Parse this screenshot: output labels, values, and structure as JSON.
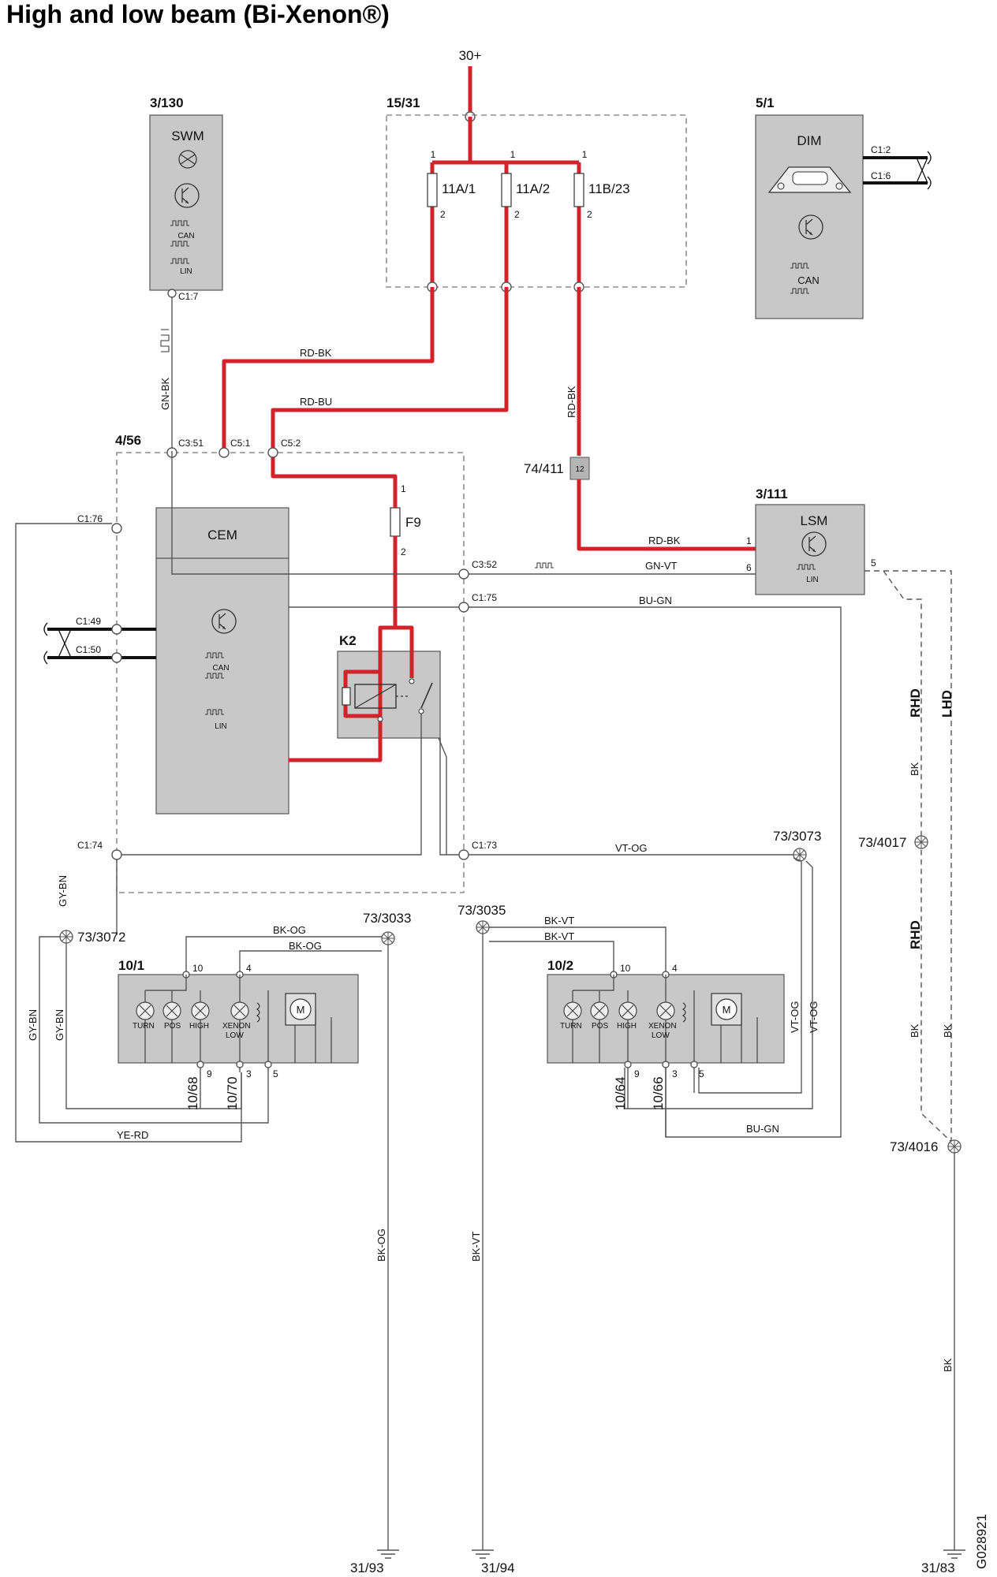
{
  "title": "High and low beam (Bi-Xenon®)",
  "supply": "30+",
  "drawing_id": "G028921",
  "components": {
    "swm": {
      "id": "3/130",
      "name": "SWM",
      "connector": "C1:7"
    },
    "fuse_box": {
      "id": "15/31",
      "fuses": [
        "11A/1",
        "11A/2",
        "11B/23"
      ]
    },
    "dim": {
      "id": "5/1",
      "name": "DIM",
      "connectors": [
        "C1:2",
        "C1:6"
      ]
    },
    "cem": {
      "id": "4/56",
      "name": "CEM",
      "connectors": [
        "C3:51",
        "C5:1",
        "C5:2",
        "C1:76",
        "C1:49",
        "C1:50",
        "C3:52",
        "C1:75",
        "C1:74",
        "C1:73"
      ],
      "fuse": "F9",
      "relay": "K2"
    },
    "lsm": {
      "id": "3/111",
      "name": "LSM"
    },
    "connector_block": {
      "id": "74/411",
      "pin": "12"
    },
    "left_light": {
      "id": "10/1",
      "labels": [
        "10/68",
        "10/70"
      ]
    },
    "right_light": {
      "id": "10/2",
      "labels": [
        "10/64",
        "10/66"
      ]
    },
    "splices": [
      "73/3072",
      "73/3033",
      "73/3035",
      "73/3073",
      "73/4017",
      "73/4016"
    ],
    "grounds": [
      "31/93",
      "31/94",
      "31/83"
    ]
  },
  "bulb_labels": {
    "turn": "TURN",
    "pos": "POS",
    "high": "HIGH",
    "xenon": "XENON",
    "low": "LOW",
    "motor": "M"
  },
  "bus_labels": {
    "can": "CAN",
    "lin": "LIN"
  },
  "wire_labels": {
    "rd_bk": "RD-BK",
    "rd_bu": "RD-BU",
    "gn_bk": "GN-BK",
    "gn_vt": "GN-VT",
    "bu_gn": "BU-GN",
    "vt_og": "VT-OG",
    "gy_bn": "GY-BN",
    "bk_og": "BK-OG",
    "bk_vt": "BK-VT",
    "ye_rd": "YE-RD",
    "bk": "BK"
  },
  "drive_labels": {
    "rhd": "RHD",
    "lhd": "LHD"
  },
  "pins": {
    "p1": "1",
    "p2": "2",
    "p3": "3",
    "p4": "4",
    "p5": "5",
    "p6": "6",
    "p9": "9",
    "p10": "10"
  },
  "colors": {
    "power_wire": "#d2232a",
    "signal_wire": "#555555",
    "bus_wire": "#111111",
    "module_fill": "#c8c8c8"
  }
}
